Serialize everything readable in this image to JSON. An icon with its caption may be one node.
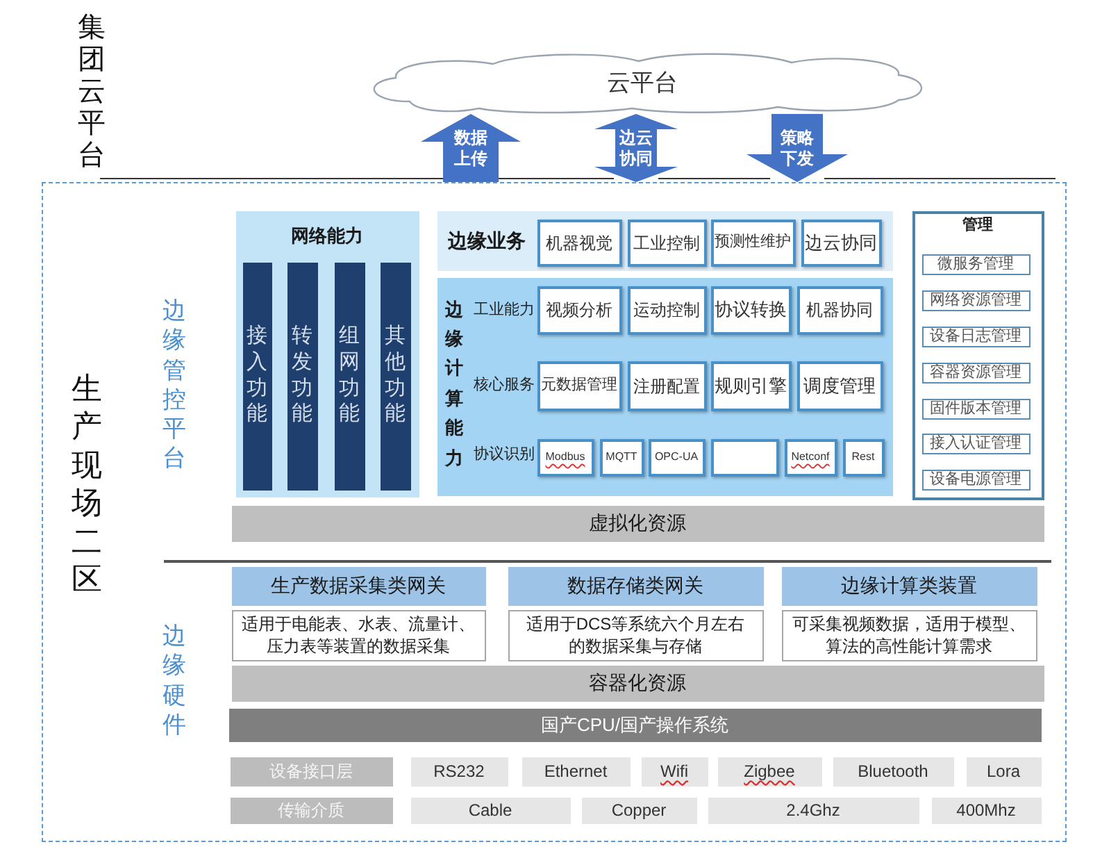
{
  "diagram": {
    "nodes": [
      {
        "text": [
          "云平台"
        ]
      },
      {
        "text": [
          "生产现场二区"
        ]
      },
      {
        "text": [
          "网络能力"
        ],
        "in": 1
      },
      {
        "text": [
          "接入功能"
        ],
        "in": 2
      },
      {
        "text": [
          "转发功能"
        ],
        "in": 2
      },
      {
        "text": [
          "组网功能"
        ],
        "in": 2
      },
      {
        "text": [
          "其他功能"
        ],
        "in": 2
      },
      {
        "text": [
          "边缘业务"
        ],
        "in": 1
      },
      {
        "text": [
          "机器视觉"
        ],
        "in": 7
      },
      {
        "text": [
          "工业控制"
        ],
        "in": 7
      },
      {
        "text": [
          "预测性维护"
        ],
        "in": 7
      },
      {
        "text": [
          "边云协同"
        ],
        "in": 7
      },
      {
        "text": [
          "边缘计算能力",
          "工业能力",
          "核心服务",
          "协议识别"
        ],
        "in": 1
      },
      {
        "text": [
          "视频分析"
        ],
        "in": 12
      },
      {
        "text": [
          "运动控制"
        ],
        "in": 12
      },
      {
        "text": [
          "协议转换"
        ],
        "in": 12
      },
      {
        "text": [
          "机器协同"
        ],
        "in": 12
      },
      {
        "text": [
          "元数据管理"
        ],
        "in": 12
      },
      {
        "text": [
          "注册配置"
        ],
        "in": 12
      },
      {
        "text": [
          "规则引擎"
        ],
        "in": 12
      },
      {
        "text": [
          "调度管理"
        ],
        "in": 12
      },
      {
        "text": [
          "Modbus"
        ],
        "in": 12
      },
      {
        "text": [
          "MQTT"
        ],
        "in": 12
      },
      {
        "text": [
          "OPC-UA"
        ],
        "in": 12
      },
      {
        "text": [],
        "shape": "box",
        "in": 12
      },
      {
        "text": [
          "Netconf"
        ],
        "in": 12
      },
      {
        "text": [
          "Rest"
        ],
        "in": 12
      },
      {
        "text": [
          "管理"
        ],
        "in": 1
      },
      {
        "text": [
          "微服务管理"
        ],
        "in": 27
      },
      {
        "text": [
          "网络资源管理"
        ],
        "in": 27
      },
      {
        "text": [
          "设备日志管理"
        ],
        "in": 27
      },
      {
        "text": [
          "容器资源管理"
        ],
        "in": 27
      },
      {
        "text": [
          "固件版本管理"
        ],
        "in": 27
      },
      {
        "text": [
          "接入认证管理"
        ],
        "in": 27
      },
      {
        "text": [
          "设备电源管理"
        ],
        "in": 27
      },
      {
        "text": [
          "虚拟化资源"
        ],
        "in": 1
      },
      {
        "text": [
          "生产数据采集类网关"
        ],
        "in": 1
      },
      {
        "text": [
          "数据存储类网关"
        ],
        "in": 1
      },
      {
        "text": [
          "边缘计算类装置"
        ],
        "in": 1
      },
      {
        "text": [
          "适用于电能表、水表、流量计、压力表等装置的数据采集"
        ],
        "in": 1
      },
      {
        "text": [
          "适用于DCS等系统六个月左右的数据采集与存储"
        ],
        "in": 1
      },
      {
        "text": [
          "可采集视频数据，适用于模型、算法的高性能计算需求"
        ],
        "in": 1
      },
      {
        "text": [
          "容器化资源"
        ],
        "in": 1
      },
      {
        "text": [
          "国产CPU/国产操作系统"
        ],
        "in": 1
      },
      {
        "text": [
          "设备接口层"
        ],
        "in": 1
      },
      {
        "text": [
          "RS232"
        ],
        "in": 1
      },
      {
        "text": [
          "Ethernet"
        ],
        "in": 1
      },
      {
        "text": [
          "Wifi"
        ],
        "in": 1
      },
      {
        "text": [
          "Zigbee"
        ],
        "in": 1
      },
      {
        "text": [
          "Bluetooth"
        ],
        "in": 1
      },
      {
        "text": [
          "Lora"
        ],
        "in": 1
      },
      {
        "text": [
          "传输介质"
        ],
        "in": 1
      },
      {
        "text": [
          "Cable"
        ],
        "in": 1
      },
      {
        "text": [
          "Copper"
        ],
        "in": 1
      },
      {
        "text": [
          "2.4Ghz"
        ],
        "in": 1
      },
      {
        "text": [
          "400Mhz"
        ],
        "in": 1
      }
    ],
    "edges": [
      {
        "from": 1,
        "to": 0,
        "arrow": "to",
        "label": "数据上传"
      },
      {
        "from": 1,
        "to": 0,
        "arrow": "both",
        "label": "边云协同"
      },
      {
        "from": 0,
        "to": 1,
        "arrow": "to",
        "label": "策略下发"
      }
    ],
    "labels": [
      "集团云平台",
      "边缘管控平台",
      "边缘硬件"
    ]
  }
}
